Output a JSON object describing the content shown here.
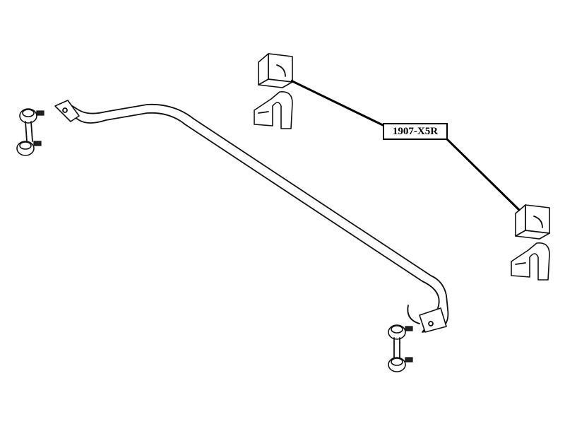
{
  "part_label": "1907-X5R",
  "colors": {
    "line": "#111111",
    "background": "#ffffff"
  },
  "parts": [
    "stabilizer-bar",
    "stabilizer-link-left",
    "stabilizer-link-right",
    "bushing-top",
    "bracket-top",
    "bushing-right",
    "bracket-right"
  ]
}
